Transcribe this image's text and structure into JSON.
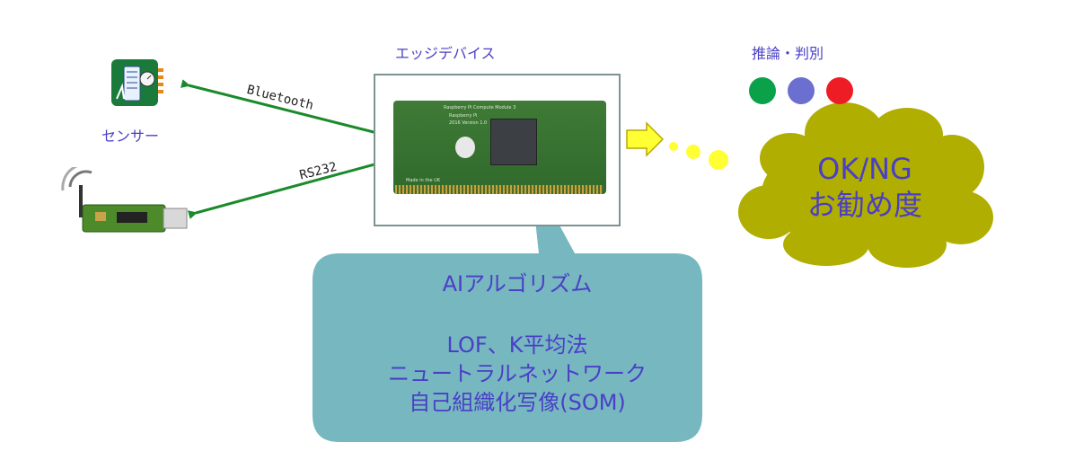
{
  "device": {
    "title": "エッジデバイス",
    "board_text_1": "Raspberry Pi Compute Module 3",
    "board_text_2": "Raspberry Pi",
    "board_text_3": "2016 Version 1.0",
    "board_text_4": "Made in the UK"
  },
  "sensor": {
    "label": "センサー",
    "icon": "sensor-meter-icon"
  },
  "dongle": {
    "icon": "wireless-usb-dongle-icon"
  },
  "links": {
    "bluetooth": "Bluetooth",
    "serial": "RS232"
  },
  "inference": {
    "label": "推論・判別",
    "dots": [
      {
        "name": "green",
        "color": "#0aa14a"
      },
      {
        "name": "blue",
        "color": "#6b6fd0"
      },
      {
        "name": "red",
        "color": "#ee1c25"
      }
    ]
  },
  "ai": {
    "title": "AIアルゴリズム",
    "line1": "LOF、K平均法",
    "line2": "ニュートラルネットワーク",
    "line3": "自己組織化写像(SOM)"
  },
  "result": {
    "line1": "OK/NG",
    "line2": "お勧め度"
  },
  "colors": {
    "text_accent": "#4a3fc6",
    "bubble": "#6fb3bd",
    "cloud": "#b0ae00",
    "arrow_green": "#1a8a2a",
    "thought_dots": "#ffff33"
  }
}
